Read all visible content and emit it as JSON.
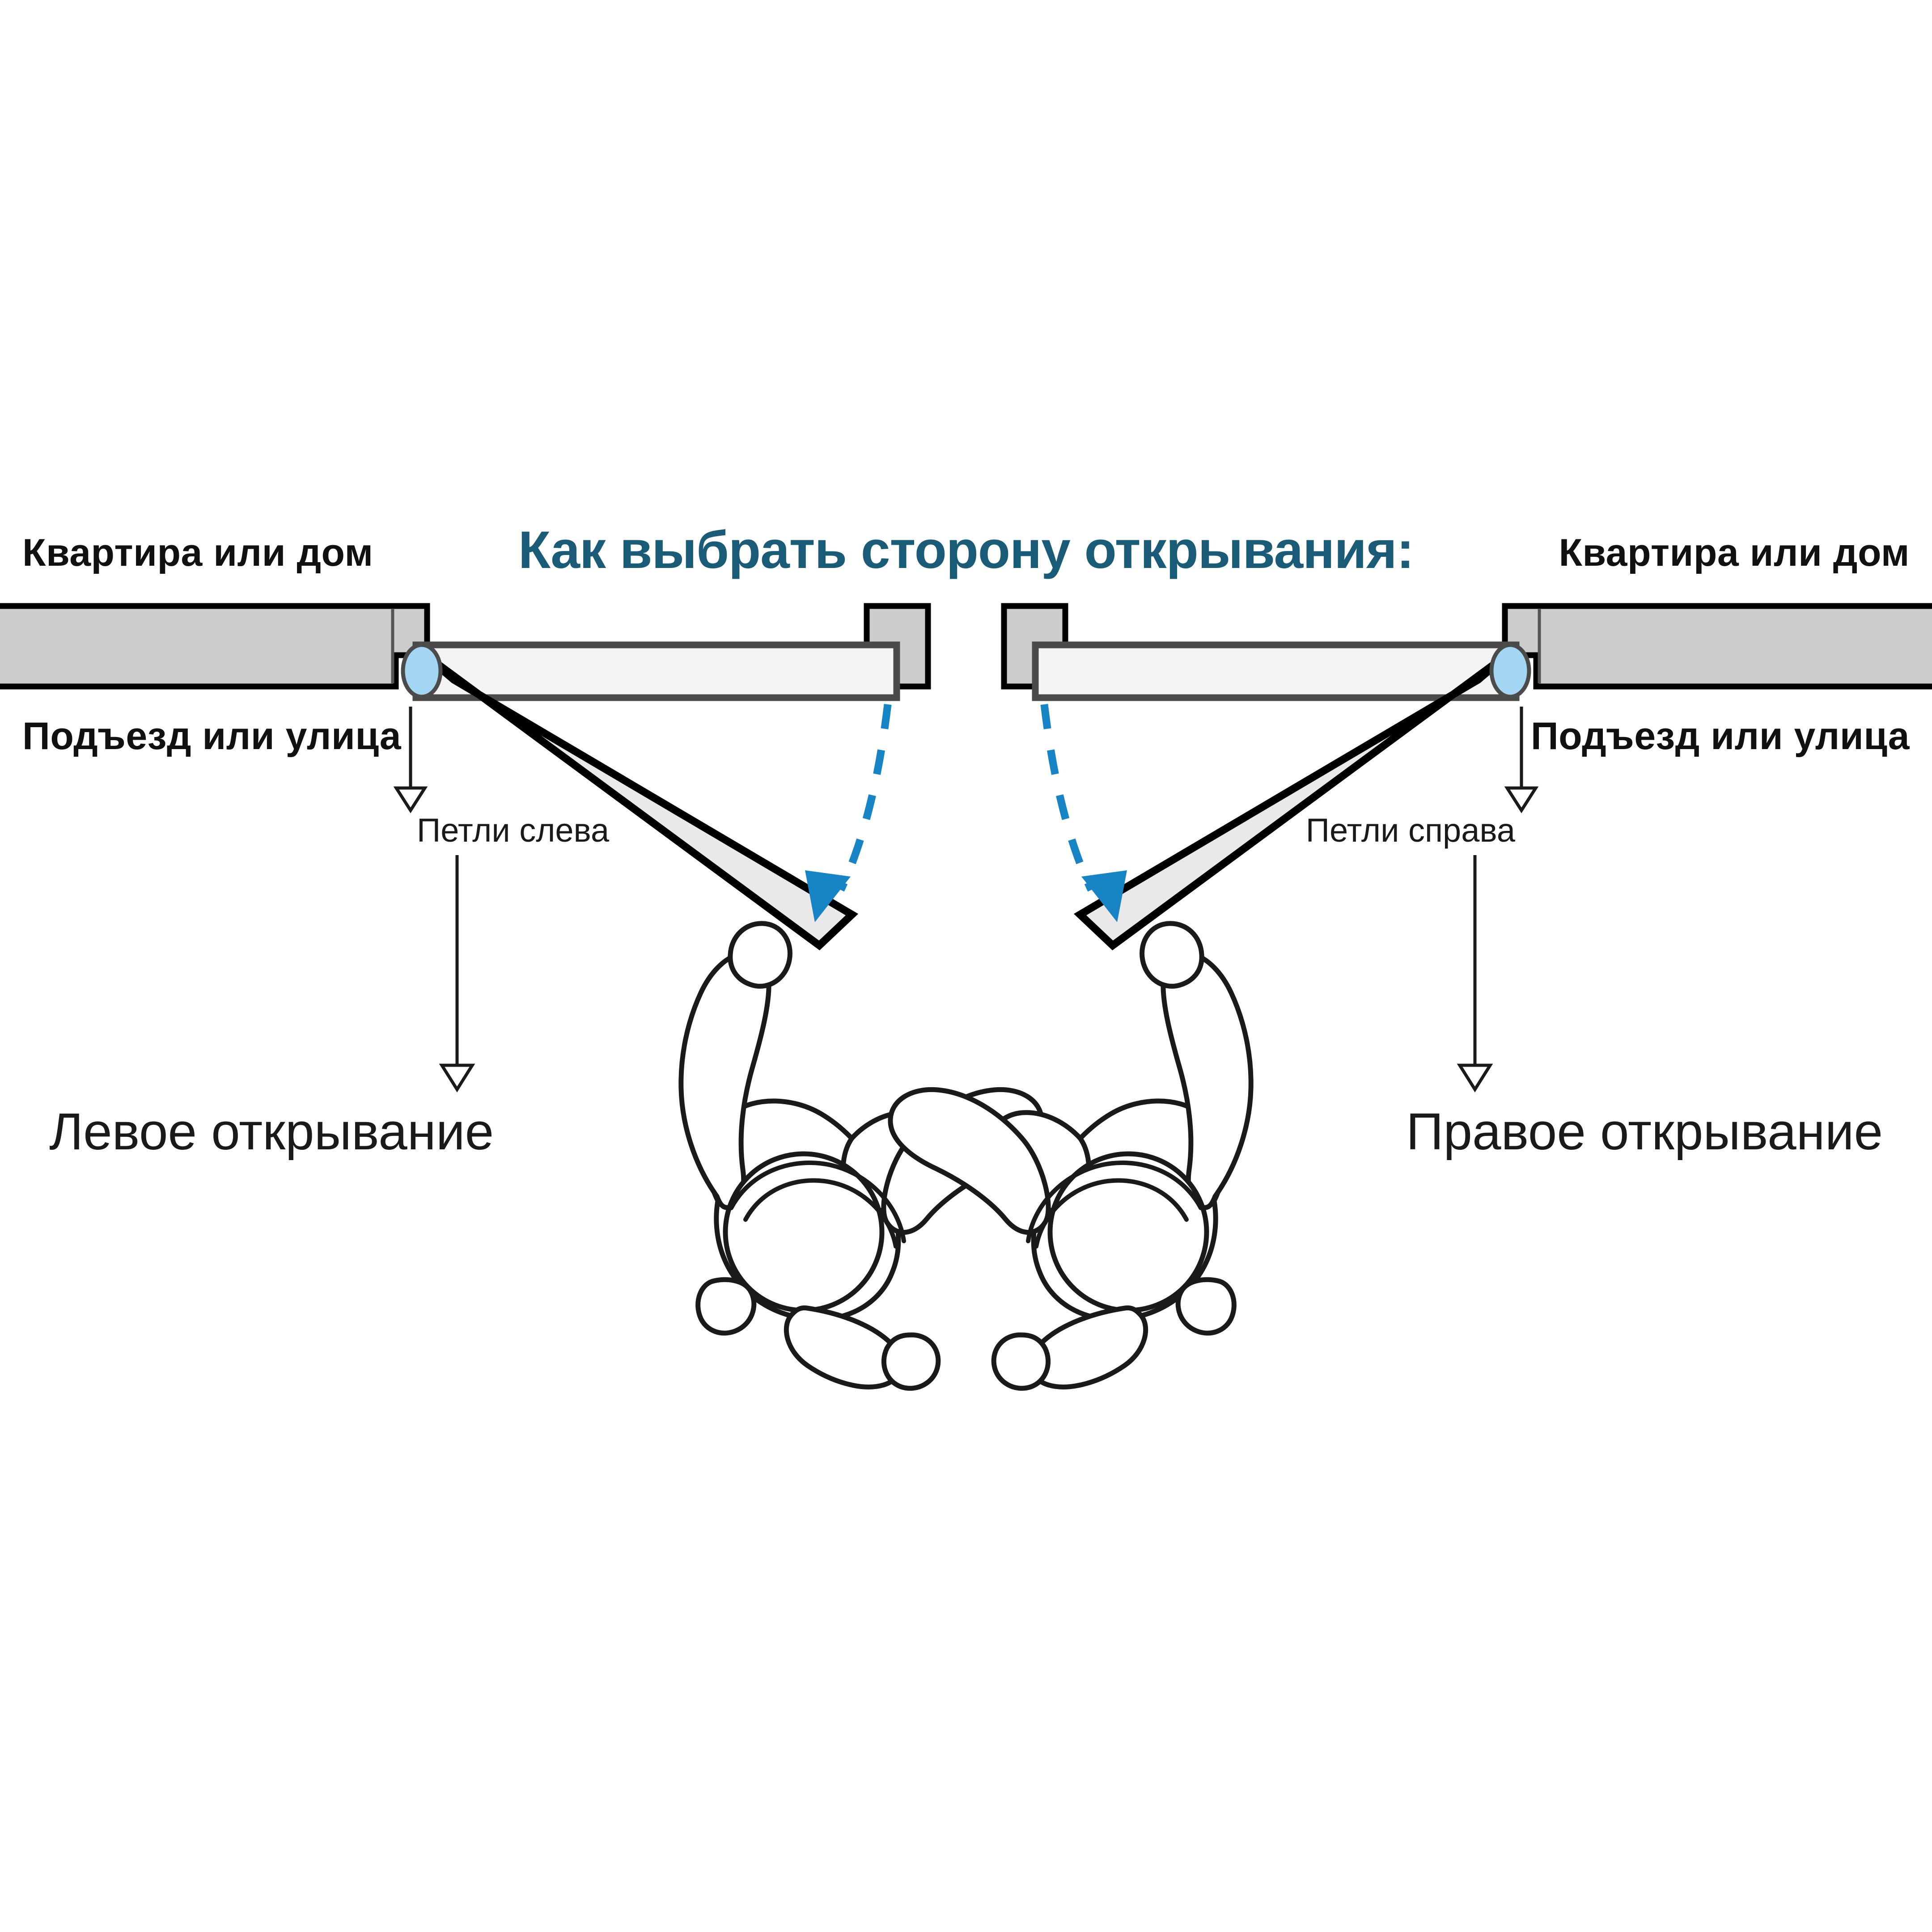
{
  "diagram": {
    "title": "Как выбрать сторону открывания:",
    "title_color": "#1a5c78",
    "background_color": "#ffffff"
  },
  "panels": [
    {
      "id": "left",
      "inside_label": "Квартира или дом",
      "outside_label": "Подъезд или улица",
      "hinge_label": "Петли слева",
      "result_label": "Левое открывание",
      "hinge_side": "left",
      "swing_direction": "down-left"
    },
    {
      "id": "right",
      "inside_label": "Квартира или дом",
      "outside_label": "Подъезд или улица",
      "hinge_label": "Петли справа",
      "result_label": "Правое открывание",
      "hinge_side": "right",
      "swing_direction": "down-right"
    }
  ],
  "legend": {
    "wall_color": "#cccccc",
    "door_leaf_open_color": "#e9e9e9",
    "door_leaf_closed_color": "#f4f4f4",
    "hinge_color": "#a3d6f2",
    "swing_arrow_color": "#1784c6",
    "outline_color": "#000000"
  },
  "icons": {
    "person": "person-top-view-icon",
    "hinge": "hinge-pin-icon",
    "swing": "swing-arrow-icon",
    "callout": "callout-arrow-icon"
  }
}
